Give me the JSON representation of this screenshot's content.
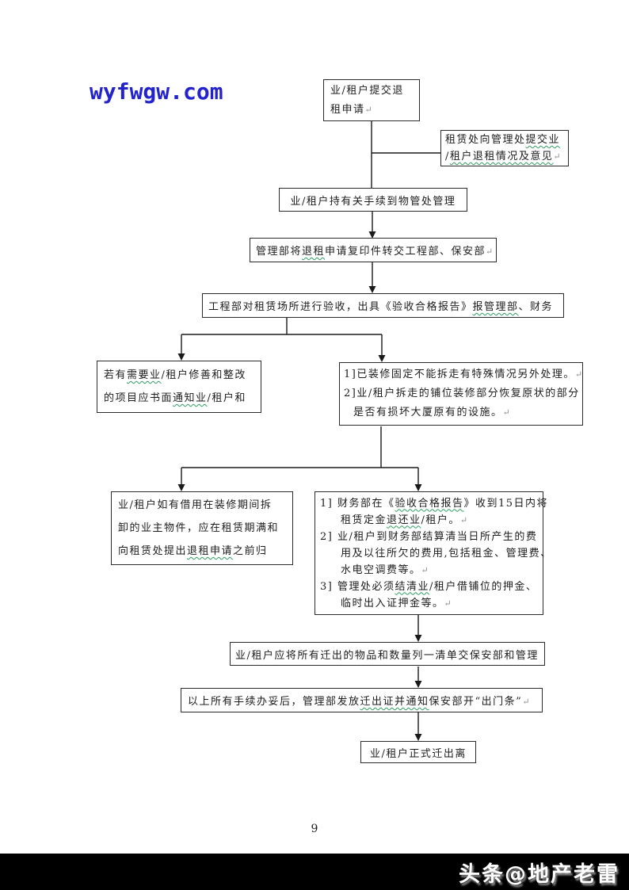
{
  "page": {
    "watermark": "wyfwgw.com",
    "page_number": "9",
    "footer_brand": "头条@地产老雷"
  },
  "colors": {
    "watermark_blue": "#2222cf",
    "footer_bar_bg": "#000000",
    "footer_text": "#ffffff",
    "box_border": "#2a2a2a",
    "spellcheck_wavy_green": "#2f9e63",
    "paragraph_mark_gray": "#8f8f8f"
  },
  "flowchart": {
    "boxes": [
      {
        "id": "submit-application",
        "lines": [
          {
            "segs": [
              {
                "t": "业/租户提交退"
              }
            ]
          },
          {
            "segs": [
              {
                "t": "租申请"
              },
              {
                "t": "↵",
                "mark": true
              }
            ]
          }
        ]
      },
      {
        "id": "leasing-office-feedback",
        "lines": [
          {
            "segs": [
              {
                "t": "租赁处向管理处"
              },
              {
                "t": "提交业",
                "wavy": true
              }
            ]
          },
          {
            "segs": [
              {
                "t": "/"
              },
              {
                "t": "租户退租情况及意见",
                "wavy": true
              },
              {
                "t": "↵",
                "mark": true
              }
            ]
          }
        ]
      },
      {
        "id": "procedures-to-property-office",
        "lines": [
          {
            "segs": [
              {
                "t": "业/租户持有关手续到物管处管理"
              }
            ]
          }
        ]
      },
      {
        "id": "copy-to-engineering-security",
        "lines": [
          {
            "segs": [
              {
                "t": "管理部将"
              },
              {
                "t": "退租",
                "wavy": true
              },
              {
                "t": "申请复印件转交工程部、保安部"
              },
              {
                "t": "↵",
                "mark": true
              }
            ]
          }
        ]
      },
      {
        "id": "inspection-acceptance",
        "lines": [
          {
            "segs": [
              {
                "t": "工程部对租赁场所进行验收，出具《验收合格报告》"
              },
              {
                "t": "报管理部",
                "wavy": true
              },
              {
                "t": "、财务"
              }
            ]
          }
        ]
      },
      {
        "id": "rectification-notice",
        "lines": [
          {
            "segs": [
              {
                "t": "若有"
              },
              {
                "t": "需要业",
                "wavy": true
              },
              {
                "t": "/租户修善和整改"
              }
            ]
          },
          {
            "segs": [
              {
                "t": "的项目应书面"
              },
              {
                "t": "通知业",
                "wavy": true
              },
              {
                "t": "/租户和"
              }
            ]
          }
        ]
      },
      {
        "id": "renovation-removal-notes",
        "lines": [
          {
            "segs": [
              {
                "t": "1]已装修固定不能拆走有特殊情况另外处理。"
              },
              {
                "t": "↵",
                "mark": true
              }
            ]
          },
          {
            "segs": [
              {
                "t": "2]业/租户拆走的铺位装修部分恢复原状的部分"
              }
            ]
          },
          {
            "indent": 12,
            "segs": [
              {
                "t": "是否有损坏大厦原有的设施。"
              },
              {
                "t": "↵",
                "mark": true
              }
            ]
          }
        ]
      },
      {
        "id": "return-borrowed-items",
        "lines": [
          {
            "segs": [
              {
                "t": "业/租户如有借用在装修期间拆"
              }
            ]
          },
          {
            "segs": [
              {
                "t": "卸的业主物件，应在租赁期满和"
              }
            ]
          },
          {
            "segs": [
              {
                "t": "向租赁处提出"
              },
              {
                "t": "退租申请",
                "wavy": true
              },
              {
                "t": "之前归"
              }
            ]
          }
        ]
      },
      {
        "id": "financial-settlement",
        "lines": [
          {
            "segs": [
              {
                "t": "1] 财务部在《"
              },
              {
                "t": "验收合格报告",
                "wavy": true
              },
              {
                "t": "》收到15日内将"
              }
            ]
          },
          {
            "indent": 26,
            "segs": [
              {
                "t": "租赁定金"
              },
              {
                "t": "退还业",
                "wavy": true
              },
              {
                "t": "/租户。"
              },
              {
                "t": "↵",
                "mark": true
              }
            ]
          },
          {
            "segs": [
              {
                "t": "2] 业/租户到财务部结算清当日所产生的费"
              }
            ]
          },
          {
            "indent": 26,
            "segs": [
              {
                "t": "用及以往所欠的费用,包括租金、管理费、"
              }
            ]
          },
          {
            "indent": 26,
            "segs": [
              {
                "t": "水电空调费等。"
              },
              {
                "t": "↵",
                "mark": true
              }
            ]
          },
          {
            "segs": [
              {
                "t": "3] 管理处必须"
              },
              {
                "t": "结清业",
                "wavy": true
              },
              {
                "t": "/租户借铺位的押金、"
              }
            ]
          },
          {
            "indent": 26,
            "segs": [
              {
                "t": "临时出入证押金等。"
              },
              {
                "t": "↵",
                "mark": true
              }
            ]
          }
        ]
      },
      {
        "id": "moveout-items-list",
        "lines": [
          {
            "segs": [
              {
                "t": "业/租户应将所有迁出的物品和数量列一清单交保安部和管理"
              }
            ]
          }
        ]
      },
      {
        "id": "exit-pass-issue",
        "lines": [
          {
            "segs": [
              {
                "t": "以上所有手续办妥后，管理部发放"
              },
              {
                "t": "迁出证并通知",
                "wavy": true
              },
              {
                "t": "保安部开“出门条”"
              },
              {
                "t": "↵",
                "mark": true
              }
            ]
          }
        ]
      },
      {
        "id": "official-moveout",
        "lines": [
          {
            "segs": [
              {
                "t": "业/租户正式迁出离"
              }
            ]
          }
        ]
      }
    ]
  }
}
